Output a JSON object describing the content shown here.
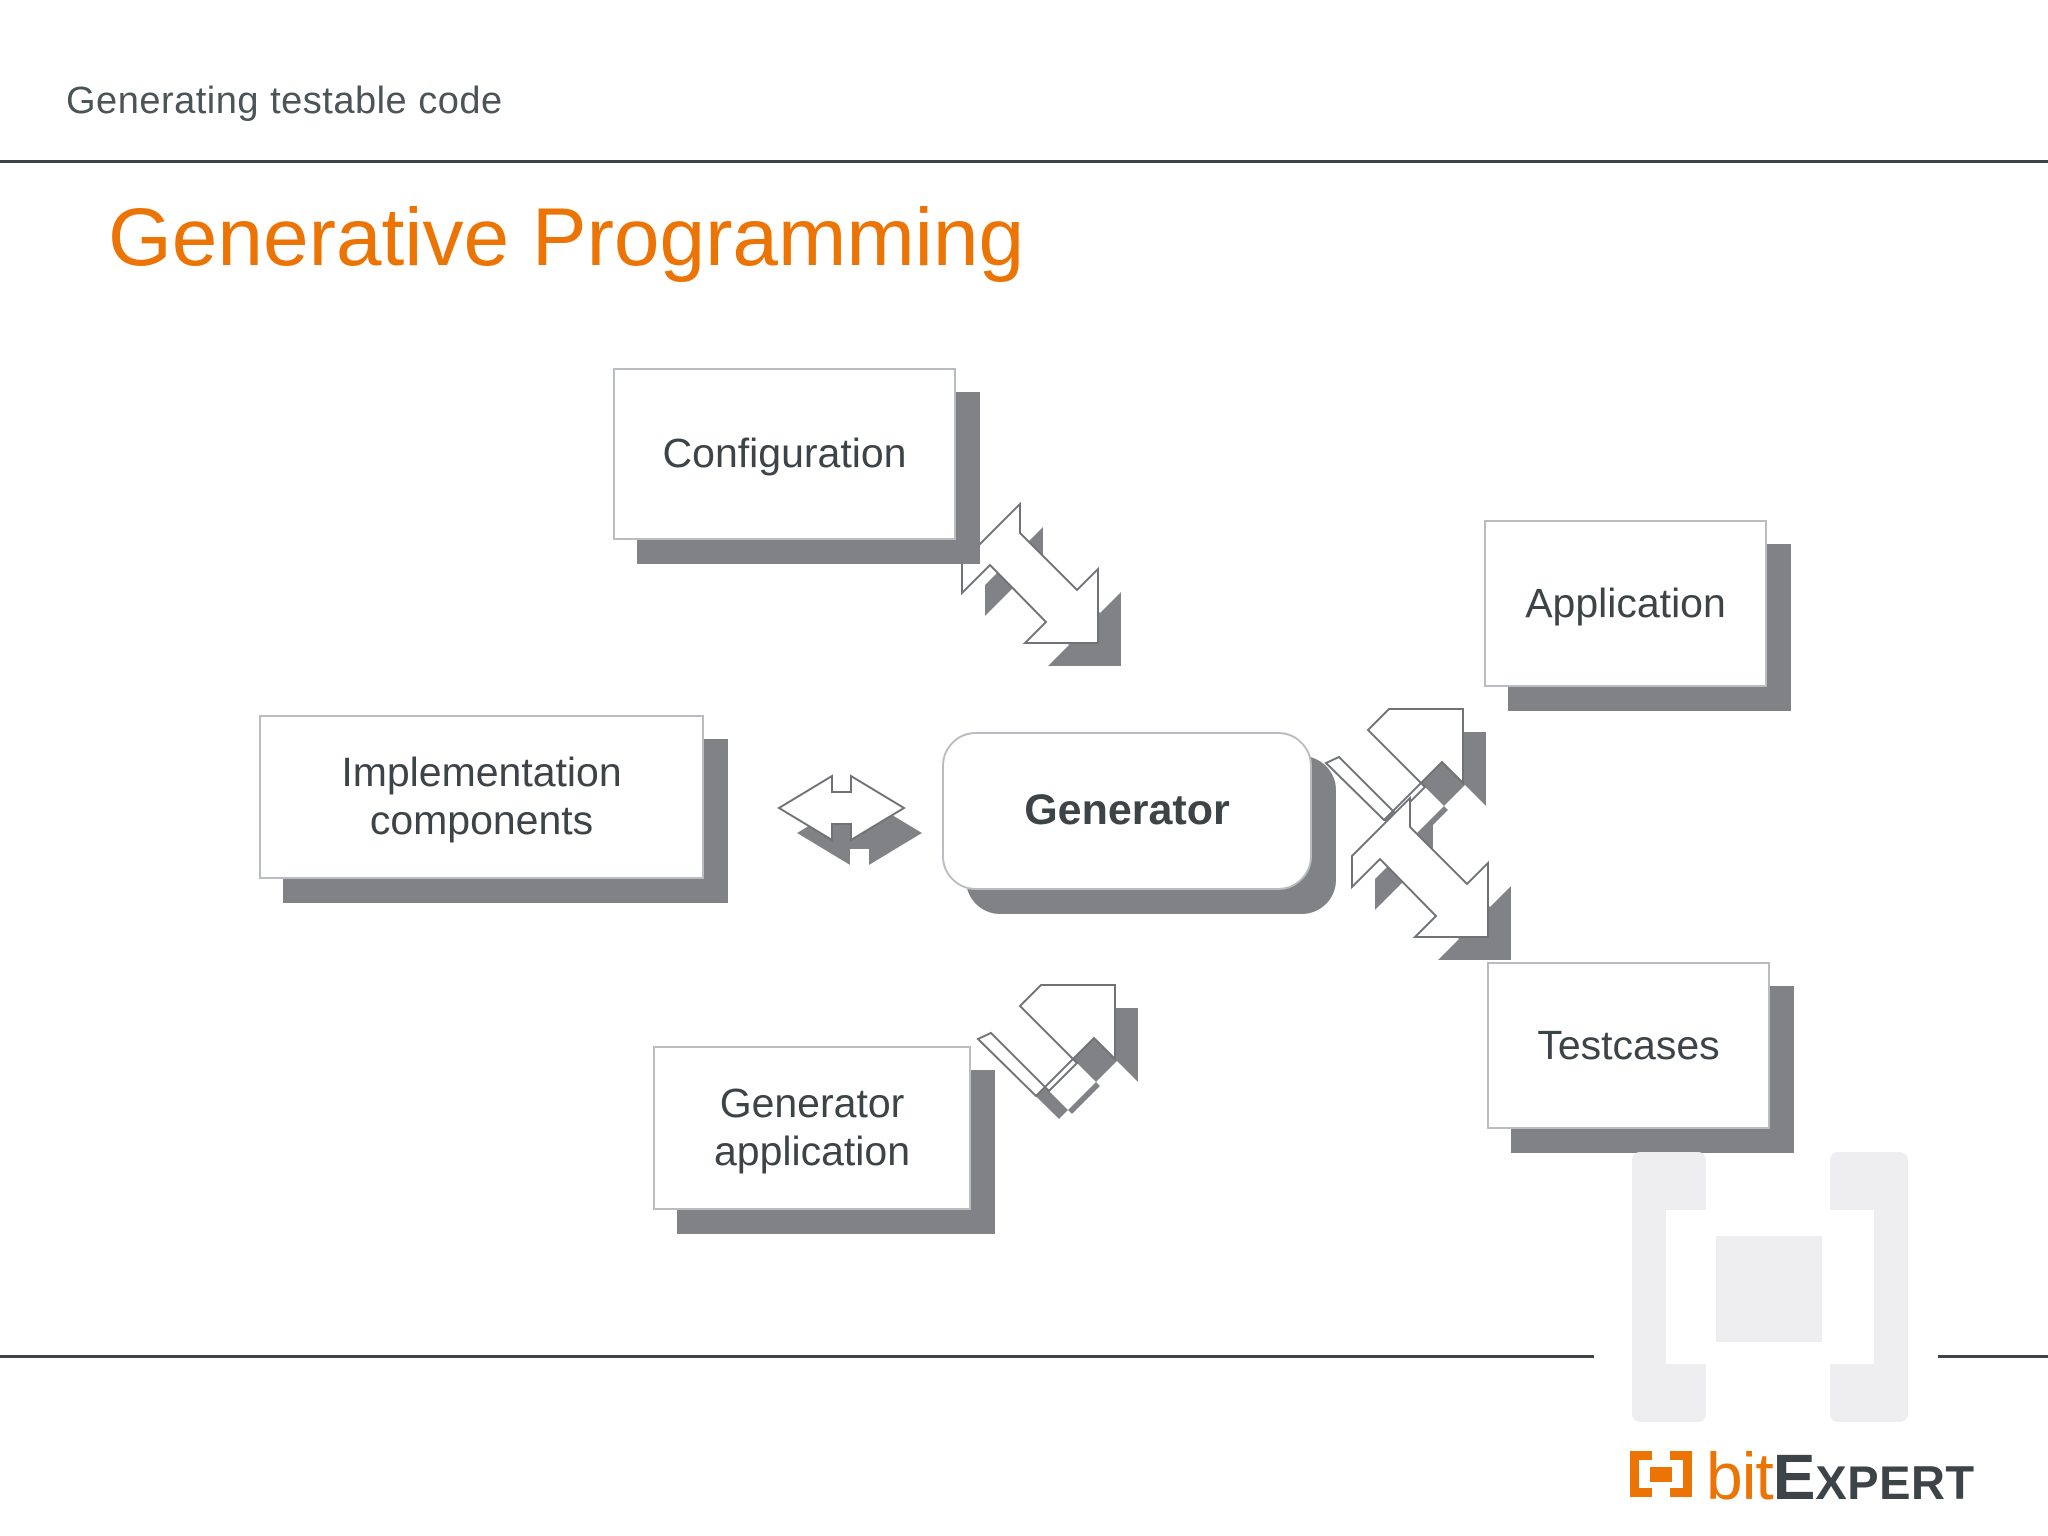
{
  "slide": {
    "kicker": "Generating testable code",
    "title": "Generative Programming",
    "accent_color": "#ec7404",
    "rule_color": "#3d4447",
    "box_text_color": "#3d4447",
    "shadow_color": "#808285",
    "box_border_color": "#b9bcc0",
    "watermark_color": "#eeeef0"
  },
  "logo": {
    "mark": "bracket-mark-icon",
    "text_bit": "bit",
    "text_e": "E",
    "text_xpert": "XPERT"
  },
  "diagram": {
    "type": "flow",
    "nodes": [
      {
        "id": "configuration",
        "label": "Configuration",
        "shape": "rect"
      },
      {
        "id": "implementation",
        "label": "Implementation\ncomponents",
        "shape": "rect"
      },
      {
        "id": "generator",
        "label": "Generator",
        "shape": "rounded-rect"
      },
      {
        "id": "generator-app",
        "label": "Generator\napplication",
        "shape": "rect"
      },
      {
        "id": "application",
        "label": "Application",
        "shape": "rect"
      },
      {
        "id": "testcases",
        "label": "Testcases",
        "shape": "rect"
      }
    ],
    "node_labels": {
      "configuration": "Configuration",
      "implementation_line1": "Implementation",
      "implementation_line2": "components",
      "generator": "Generator",
      "generator_app_line1": "Generator",
      "generator_app_line2": "application",
      "application": "Application",
      "testcases": "Testcases"
    },
    "edges": [
      {
        "from": "configuration",
        "to": "generator",
        "direction": "one-way",
        "style": "block-arrow-diagonal-down-right"
      },
      {
        "from": "implementation",
        "to": "generator",
        "direction": "two-way",
        "style": "block-arrow-horizontal"
      },
      {
        "from": "generator-app",
        "to": "generator",
        "direction": "one-way",
        "style": "block-arrow-diagonal-up-right"
      },
      {
        "from": "generator",
        "to": "application",
        "direction": "one-way",
        "style": "block-arrow-diagonal-up-right"
      },
      {
        "from": "generator",
        "to": "testcases",
        "direction": "one-way",
        "style": "block-arrow-diagonal-down-right"
      }
    ]
  }
}
